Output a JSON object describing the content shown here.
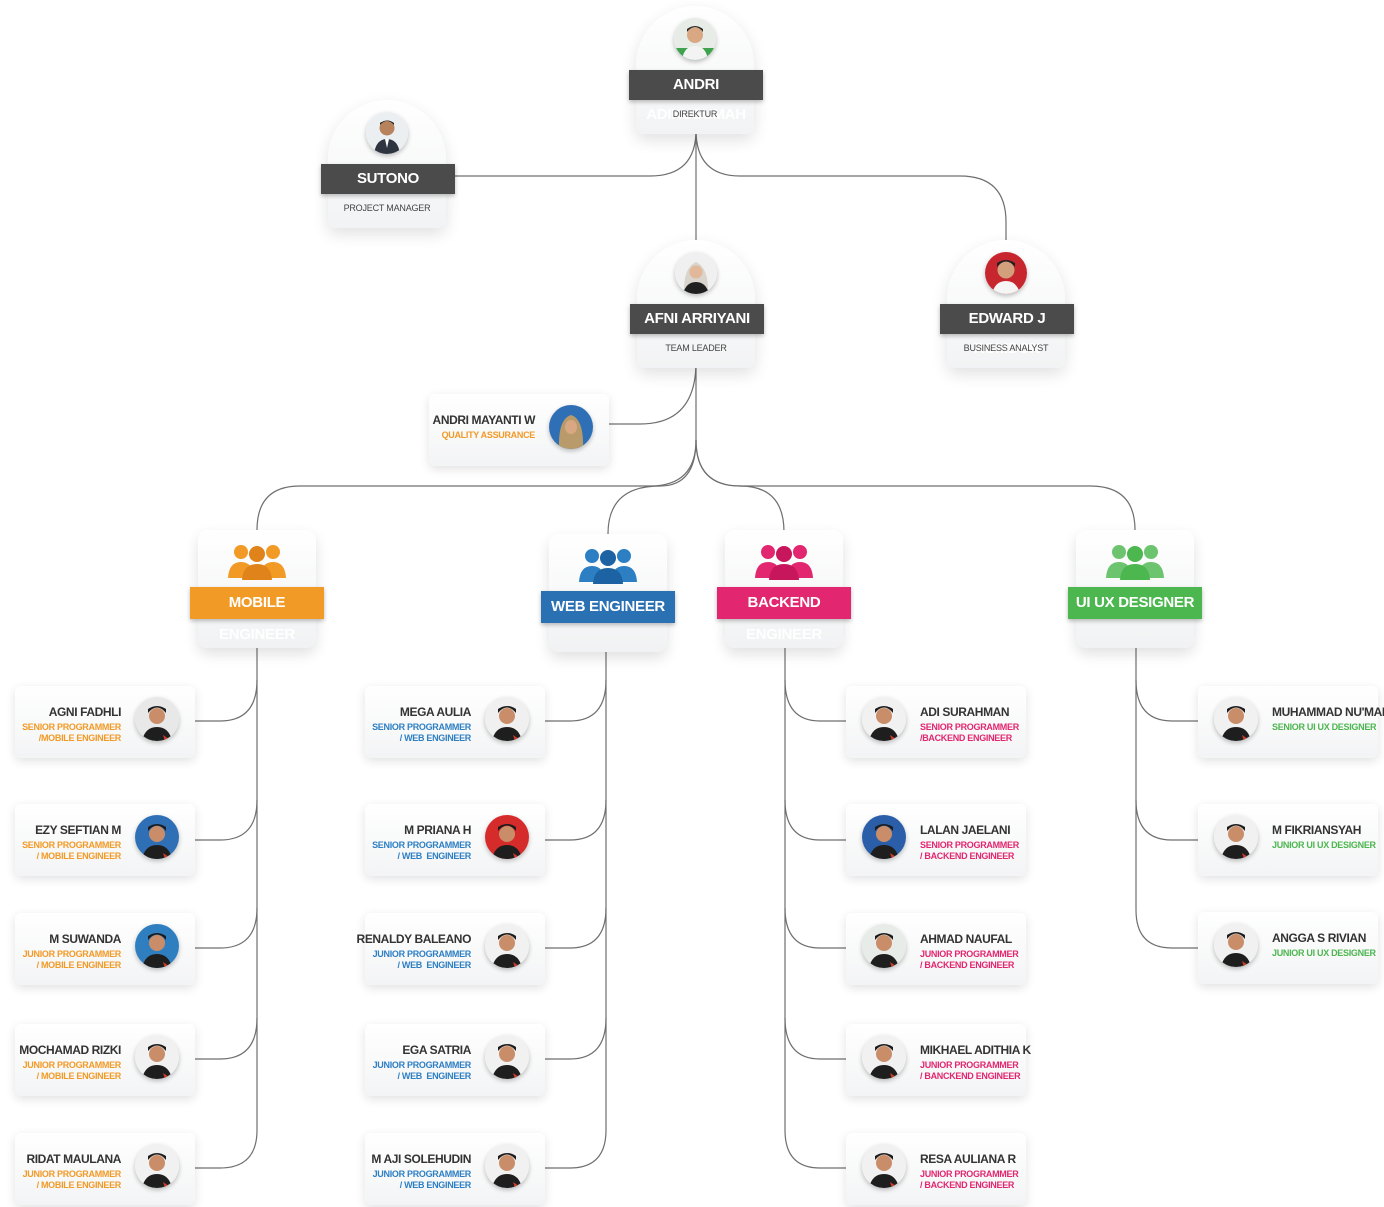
{
  "colors": {
    "mobile": "#f29a26",
    "web": "#2d7fc4",
    "backend": "#e2266f",
    "uiux": "#4cb64f",
    "leader_bar": "#4b4b4b",
    "line": "#6f6f6f"
  },
  "director": {
    "name": "ANDRI ADIKUSUMAH",
    "role": "DIREKTUR"
  },
  "project_manager": {
    "name": "SUTONO",
    "role": "PROJECT MANAGER"
  },
  "team_leader": {
    "name": "AFNI ARRIYANI",
    "role": "TEAM LEADER"
  },
  "business_analyst": {
    "name": "EDWARD J ROMDON",
    "role": "BUSINESS ANALYST"
  },
  "qa": {
    "name": "ANDRI MAYANTI W",
    "role": "QUALITY ASSURANCE"
  },
  "teams": {
    "mobile": {
      "label": "MOBILE ENGINEER",
      "members": [
        {
          "name": "AGNI FADHLI",
          "role": "SENIOR PROGRAMMER\n/MOBILE ENGINEER"
        },
        {
          "name": "EZY SEFTIAN M",
          "role": "SENIOR PROGRAMMER\n/ MOBILE ENGINEER"
        },
        {
          "name": "M SUWANDA",
          "role": "JUNIOR PROGRAMMER\n/ MOBILE ENGINEER"
        },
        {
          "name": "MOCHAMAD RIZKI",
          "role": "JUNIOR PROGRAMMER\n/ MOBILE ENGINEER"
        },
        {
          "name": "RIDAT MAULANA",
          "role": "JUNIOR PROGRAMMER\n/ MOBILE ENGINEER"
        }
      ]
    },
    "web": {
      "label": "WEB ENGINEER",
      "members": [
        {
          "name": "MEGA AULIA",
          "role": "SENIOR PROGRAMMER\n/ WEB ENGINEER"
        },
        {
          "name": "M PRIANA H",
          "role": "SENIOR PROGRAMMER\n/ WEB  ENGINEER"
        },
        {
          "name": "RENALDY BALEANO",
          "role": "JUNIOR PROGRAMMER\n/ WEB  ENGINEER"
        },
        {
          "name": "EGA SATRIA",
          "role": "JUNIOR PROGRAMMER\n/ WEB  ENGINEER"
        },
        {
          "name": "M AJI SOLEHUDIN",
          "role": "JUNIOR PROGRAMMER\n/ WEB ENGINEER"
        }
      ]
    },
    "backend": {
      "label": "BACKEND ENGINEER",
      "members": [
        {
          "name": "ADI SURAHMAN",
          "role": "SENIOR PROGRAMMER\n/BACKEND ENGINEER"
        },
        {
          "name": "LALAN JAELANI",
          "role": "SENIOR PROGRAMMER\n/ BACKEND ENGINEER"
        },
        {
          "name": "AHMAD NAUFAL",
          "role": "JUNIOR PROGRAMMER\n/ BACKEND ENGINEER"
        },
        {
          "name": "MIKHAEL ADITHIA K",
          "role": "JUNIOR PROGRAMMER\n/ BANCKEND ENGINEER"
        },
        {
          "name": "RESA AULIANA R",
          "role": "JUNIOR PROGRAMMER\n/ BACKEND ENGINEER"
        }
      ]
    },
    "uiux": {
      "label": "UI UX DESIGNER",
      "members": [
        {
          "name": "MUHAMMAD NU'MAN",
          "role": "SENIOR UI UX DESIGNER"
        },
        {
          "name": "M FIKRIANSYAH",
          "role": "JUNIOR UI UX DESIGNER"
        },
        {
          "name": "ANGGA S RIVIAN",
          "role": "JUNIOR UI UX DESIGNER"
        }
      ]
    }
  }
}
